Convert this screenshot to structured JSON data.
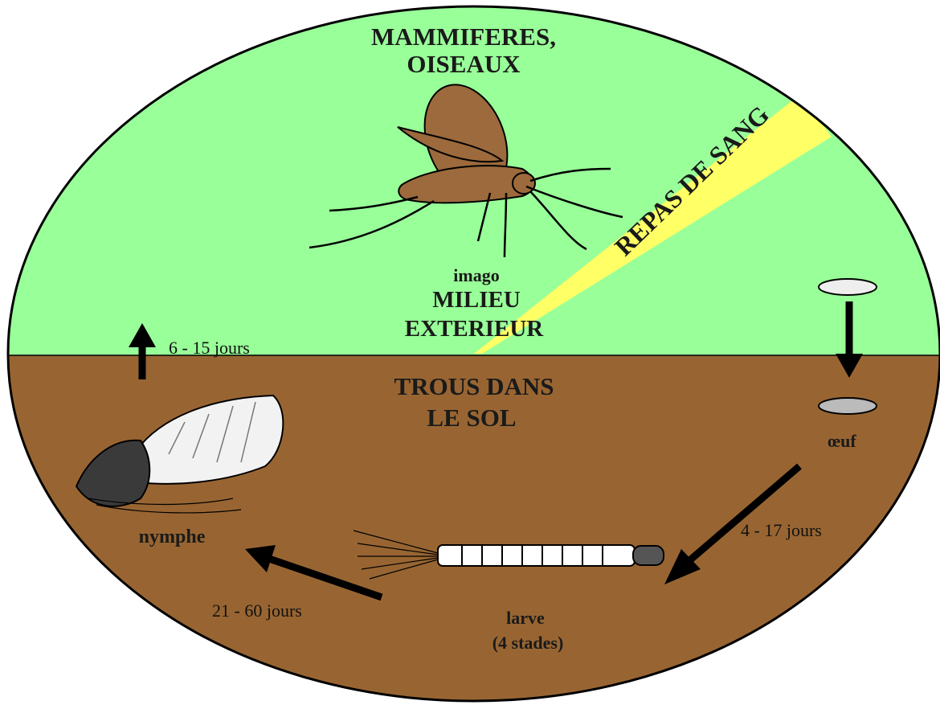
{
  "colors": {
    "air": "#99ff99",
    "soil": "#986532",
    "insect": "#9c6a3c",
    "blood_ray": "#ffff66",
    "outline": "#000000"
  },
  "top_zone": {
    "hosts_line1": "MAMMIFERES,",
    "hosts_line2": "OISEAUX",
    "adult_label": "imago",
    "environment_line1": "MILIEU",
    "environment_line2": "EXTERIEUR",
    "blood_meal": "REPAS DE SANG"
  },
  "bottom_zone": {
    "habitat_line1": "TROUS DANS",
    "habitat_line2": "LE SOL"
  },
  "stages": {
    "egg": "œuf",
    "larva_line1": "larve",
    "larva_line2": "(4 stades)",
    "pupa": "nymphe"
  },
  "durations": {
    "egg_to_larva": "4 - 17 jours",
    "larva_to_pupa": "21 - 60 jours",
    "pupa_to_adult": "6 - 15 jours"
  },
  "icons": [
    "sandfly-adult-icon",
    "egg-icon",
    "larva-icon",
    "pupa-icon",
    "arrow-icon"
  ]
}
